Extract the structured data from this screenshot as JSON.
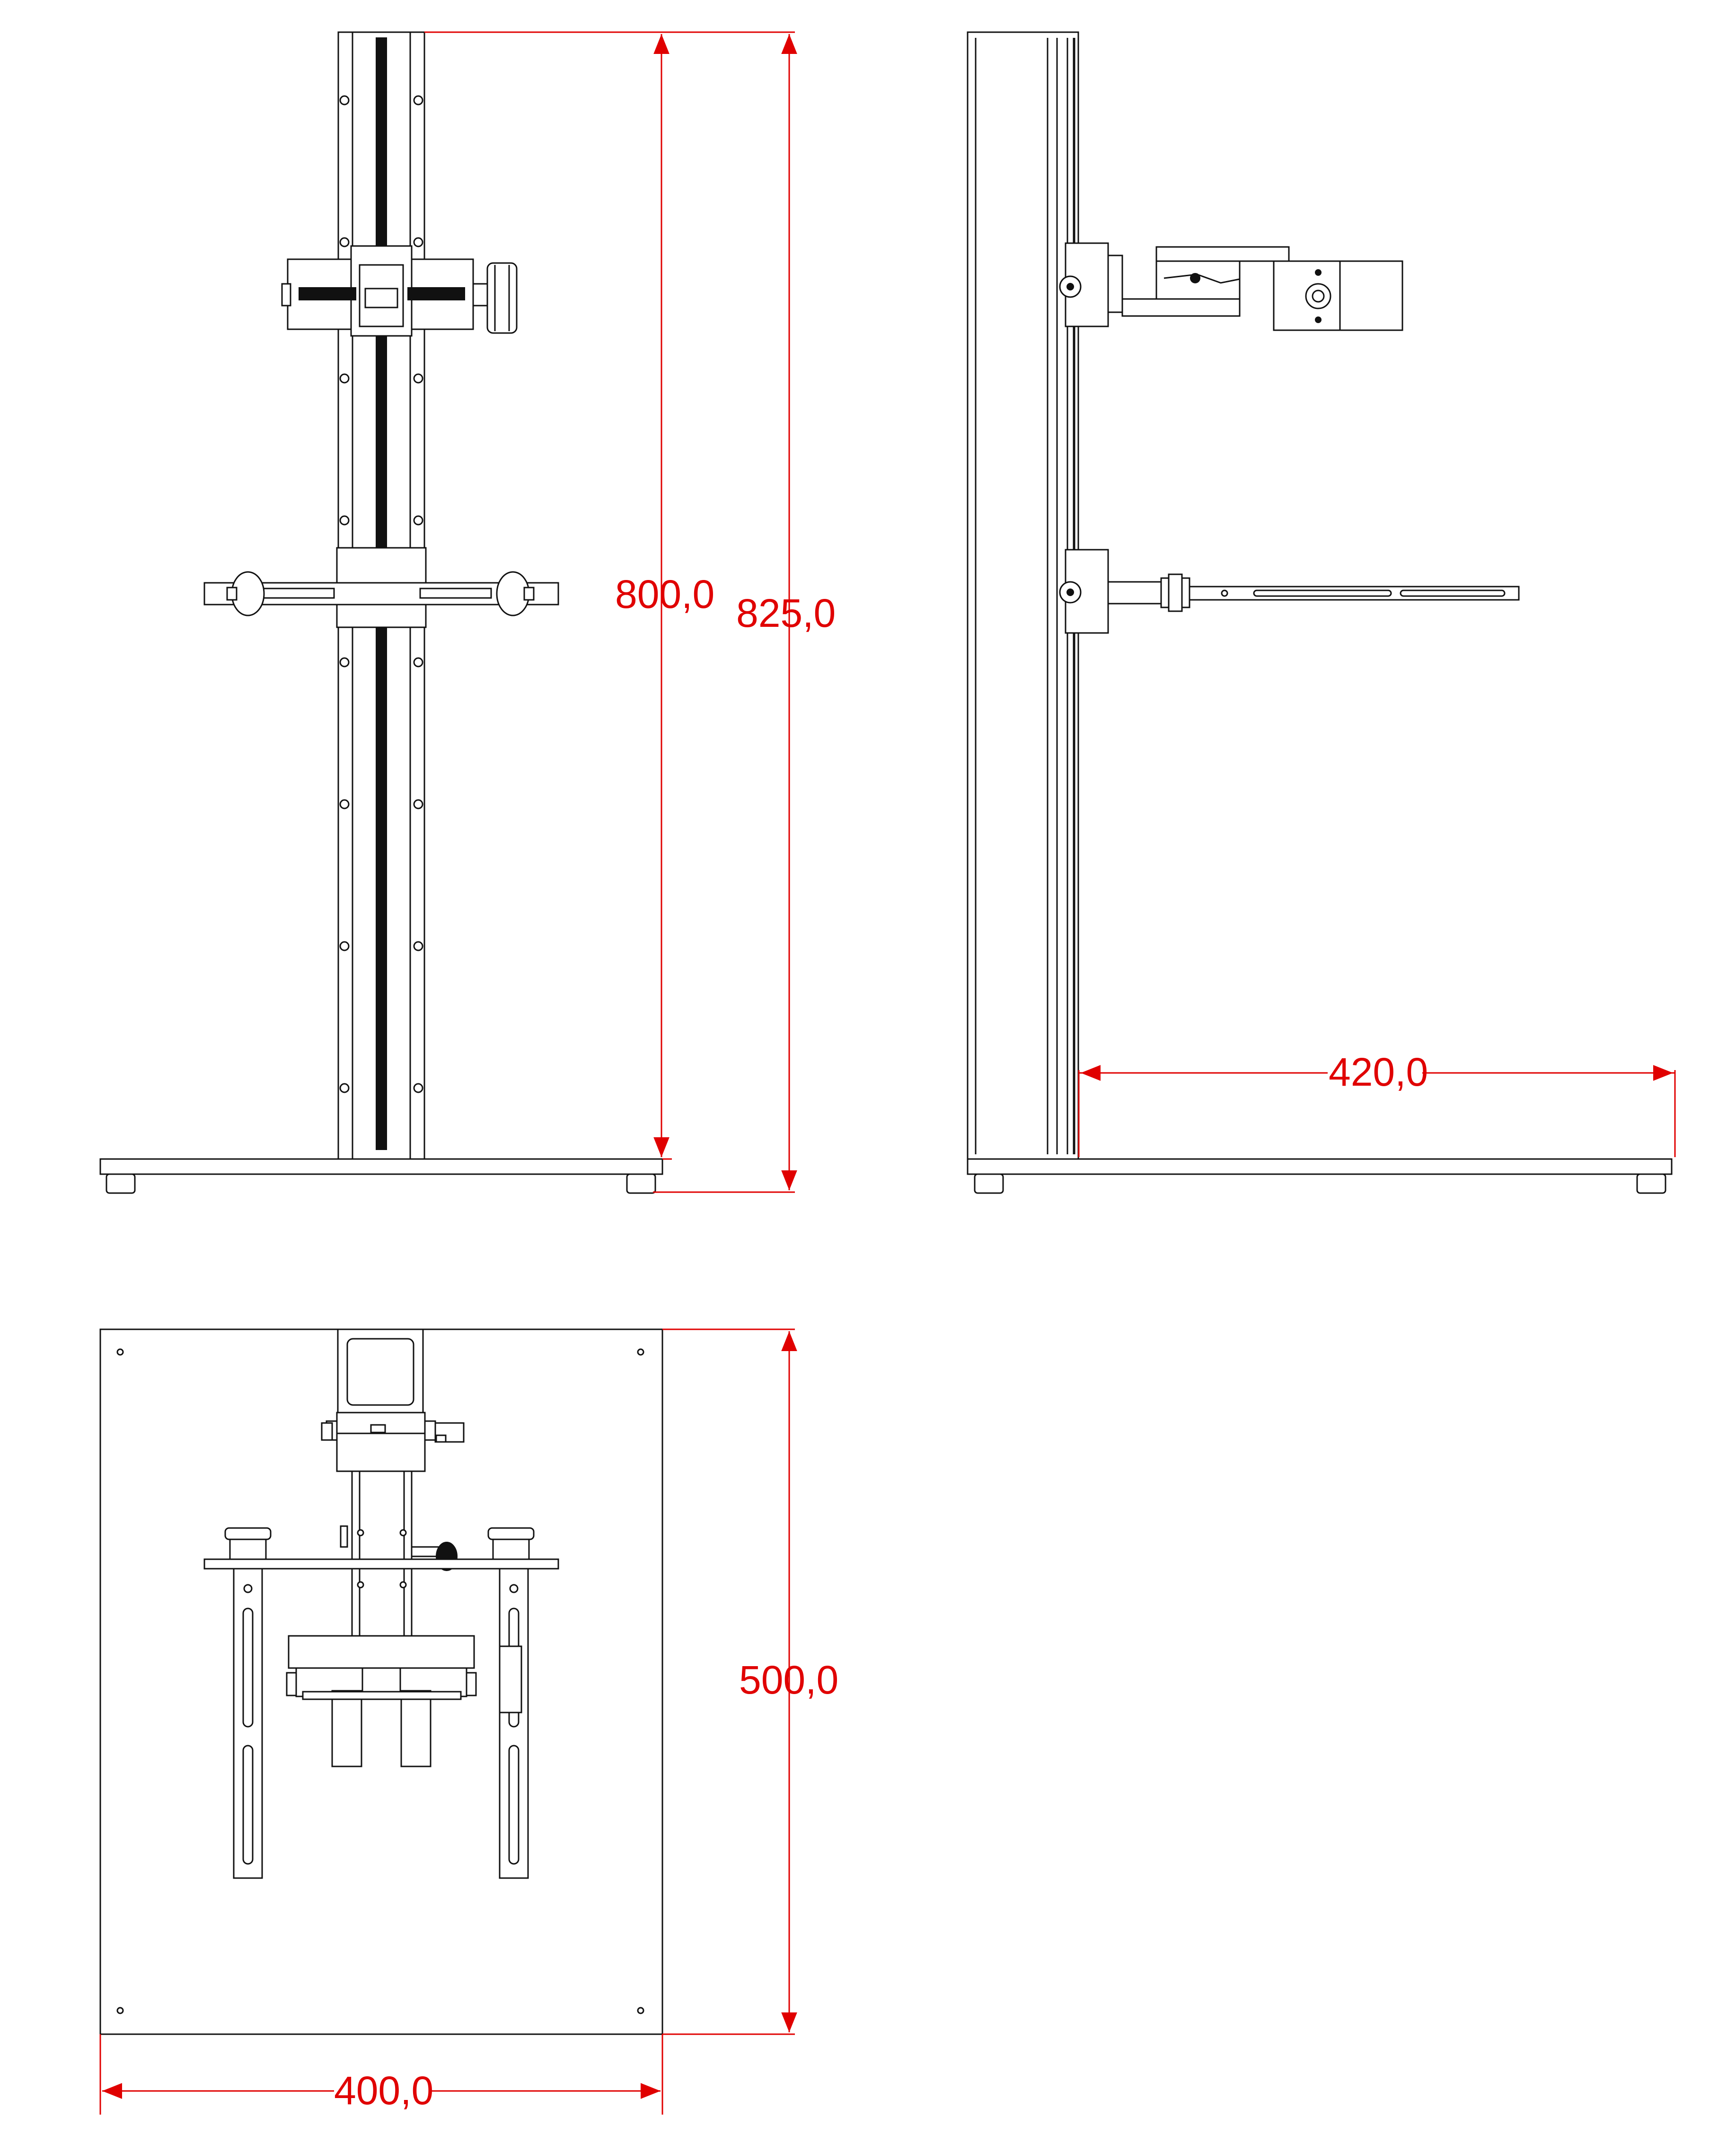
{
  "colors": {
    "line": "#111111",
    "dimension": "#e00000",
    "background": "#ffffff"
  },
  "dimensions": {
    "rail_height": "800,0",
    "total_height": "825,0",
    "arm_reach": "420,0",
    "base_depth": "500,0",
    "base_width": "400,0"
  }
}
